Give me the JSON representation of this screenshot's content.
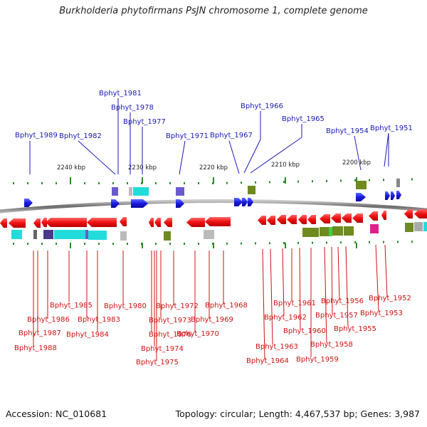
{
  "title": "Burkholderia phytofirmans PsJN chromosome 1, complete genome",
  "accession": "Accession: NC_010681",
  "summary": "Topology: circular; Length: 4,467,537 bp; Genes: 3,987",
  "scale_labels": [
    "2240 kbp",
    "2230 kbp",
    "2220 kbp",
    "2210 kbp",
    "2200 kbp"
  ],
  "top_genes": [
    "Bphyt_1981",
    "Bphyt_1978",
    "Bphyt_1977",
    "Bphyt_1989",
    "Bphyt_1982",
    "Bphyt_1971",
    "Bphyt_1967",
    "Bphyt_1966",
    "Bphyt_1965",
    "Bphyt_1954",
    "Bphyt_1951"
  ],
  "bottom_genes": [
    "Bphyt_1985",
    "Bphyt_1986",
    "Bphyt_1987",
    "Bphyt_1988",
    "Bphyt_1983",
    "Bphyt_1984",
    "Bphyt_1980",
    "Bphyt_1976",
    "Bphyt_1974",
    "Bphyt_1975",
    "Bphyt_1973",
    "Bphyt_1972",
    "Bphyt_1970",
    "Bphyt_1969",
    "Bphyt_1968",
    "Bphyt_1964",
    "Bphyt_1963",
    "Bphyt_1962",
    "Bphyt_1961",
    "Bphyt_1960",
    "Bphyt_1959",
    "Bphyt_1958",
    "Bphyt_1957",
    "Bphyt_1956",
    "Bphyt_1955",
    "Bphyt_1953",
    "Bphyt_1952"
  ],
  "colors": {
    "forward": "#1a1ae0",
    "reverse": "#ee1111",
    "top_label": "#1a1ab8",
    "bottom_label": "#d01010",
    "backbone": "#8a8a8a",
    "tick": "#2a8a2a",
    "cyan": "#22dcdc",
    "olive": "#6f8a1e",
    "magenta": "#e0208a",
    "slate": "#6a5acd"
  }
}
